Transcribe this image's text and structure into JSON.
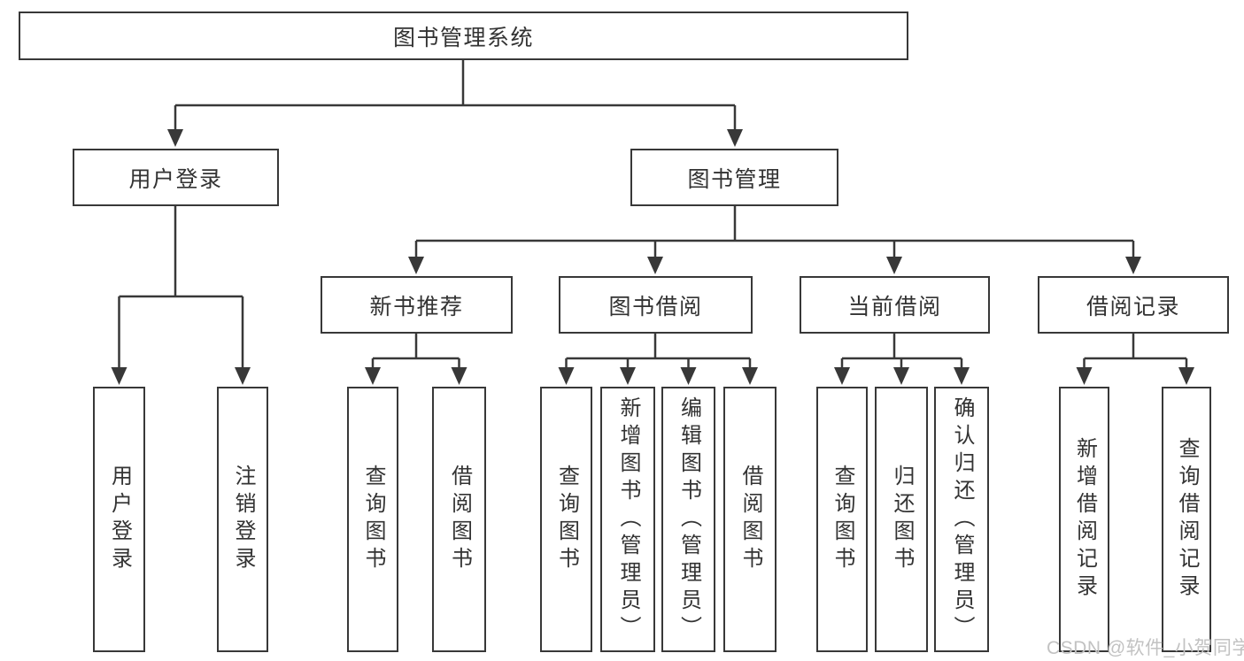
{
  "tree": {
    "root": {
      "label": "图书管理系统"
    },
    "user_login": {
      "label": "用户登录",
      "leaves": [
        {
          "label": "用户登录"
        },
        {
          "label": "注销登录"
        }
      ]
    },
    "book_management": {
      "label": "图书管理",
      "children": [
        {
          "label": "新书推荐",
          "leaves": [
            {
              "label": "查询图书"
            },
            {
              "label": "借阅图书"
            }
          ]
        },
        {
          "label": "图书借阅",
          "leaves": [
            {
              "label": "查询图书"
            },
            {
              "label": "新增图书（管理员）"
            },
            {
              "label": "编辑图书（管理员）"
            },
            {
              "label": "借阅图书"
            }
          ]
        },
        {
          "label": "当前借阅",
          "leaves": [
            {
              "label": "查询图书"
            },
            {
              "label": "归还图书"
            },
            {
              "label": "确认归还（管理员）"
            }
          ]
        },
        {
          "label": "借阅记录",
          "leaves": [
            {
              "label": "新增借阅记录"
            },
            {
              "label": "查询借阅记录"
            }
          ]
        }
      ]
    }
  },
  "watermark": {
    "text": "CSDN @软件_小贺同学"
  },
  "colors": {
    "line": "#383838",
    "box_border": "#383838",
    "box_fill": "#ffffff",
    "text": "#333333",
    "watermark": "#c2c2c2",
    "background": "#ffffff"
  }
}
